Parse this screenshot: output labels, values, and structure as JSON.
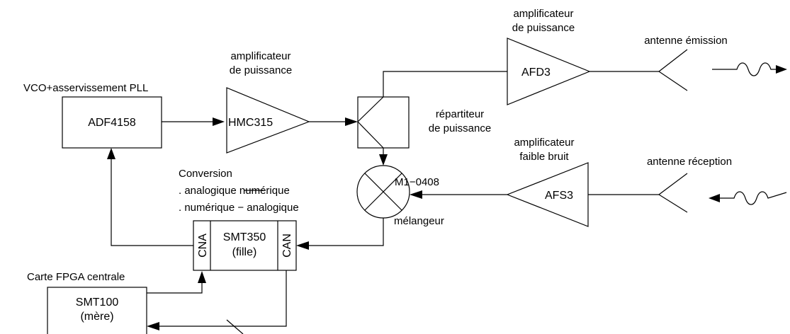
{
  "labels": {
    "vco_title": "VCO+asservissement PLL",
    "adf_block": "ADF4158",
    "amp1_title_line1": "amplificateur",
    "amp1_title_line2": "de puissance",
    "hmc_block": "HMC315",
    "amp2_title_line1": "amplificateur",
    "amp2_title_line2": "de puissance",
    "afd_block": "AFD3",
    "tx_antenna": "antenne émission",
    "splitter_line1": "répartiteur",
    "splitter_line2": "de puissance",
    "lna_title_line1": "amplificateur",
    "lna_title_line2": "faible bruit",
    "afs_block": "AFS3",
    "rx_antenna": "antenne réception",
    "mixer_part": "M1−0408",
    "mixer_name": "mélangeur",
    "conv_title": "Conversion",
    "conv_line1": ". analogique   numérique",
    "conv_line2": ". numérique − analogique",
    "cna": "CNA",
    "can": "CAN",
    "smt350_line1": "SMT350",
    "smt350_line2": "(fille)",
    "fpga_title": "Carte FPGA centrale",
    "smt100_line1": "SMT100",
    "smt100_line2": "(mère)"
  }
}
